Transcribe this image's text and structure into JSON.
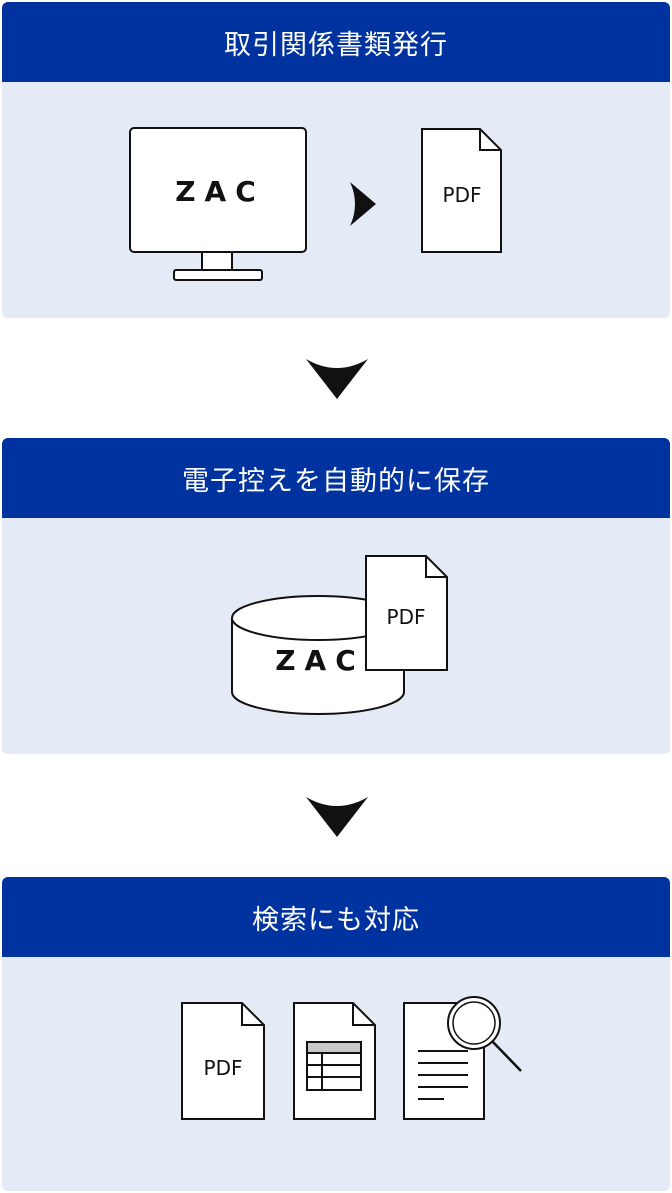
{
  "steps": [
    {
      "title": "取引関係書類発行",
      "labels": {
        "system": "ZAC",
        "file": "PDF"
      }
    },
    {
      "title": "電子控えを自動的に保存",
      "labels": {
        "system": "ZAC",
        "file": "PDF"
      }
    },
    {
      "title": "検索にも対応",
      "labels": {
        "file": "PDF"
      }
    }
  ],
  "colors": {
    "header": "#0033a0",
    "panel": "#e5ebf6",
    "stroke": "#111111"
  },
  "icons": [
    "monitor-icon",
    "chevron-right-icon",
    "pdf-file-icon",
    "database-icon",
    "spreadsheet-file-icon",
    "document-search-icon",
    "chevron-down-icon"
  ]
}
